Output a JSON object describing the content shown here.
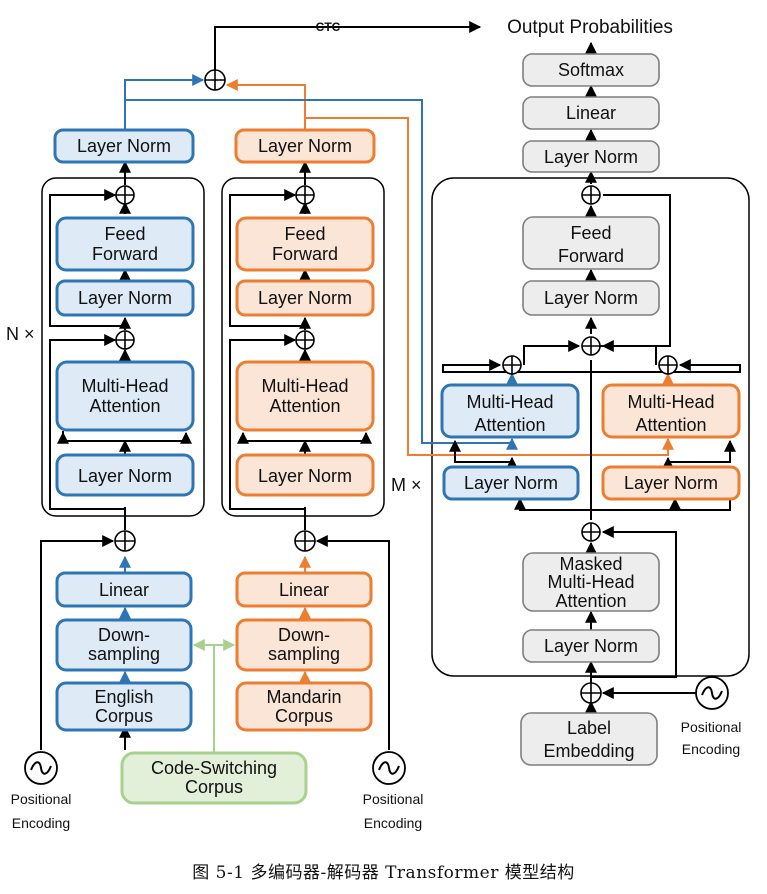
{
  "encoder_english": {
    "layer_norm_top": "Layer Norm",
    "feed_forward": [
      "Feed",
      "Forward"
    ],
    "layer_norm_ff": "Layer Norm",
    "mha": [
      "Multi-Head",
      "Attention"
    ],
    "layer_norm_mha": "Layer Norm",
    "linear": "Linear",
    "downsampling": [
      "Down-",
      "sampling"
    ],
    "corpus": [
      "English",
      "Corpus"
    ],
    "repeat_label": "N ×"
  },
  "encoder_mandarin": {
    "layer_norm_top": "Layer Norm",
    "feed_forward": [
      "Feed",
      "Forward"
    ],
    "layer_norm_ff": "Layer Norm",
    "mha": [
      "Multi-Head",
      "Attention"
    ],
    "layer_norm_mha": "Layer Norm",
    "linear": "Linear",
    "downsampling": [
      "Down-",
      "sampling"
    ],
    "corpus": [
      "Mandarin",
      "Corpus"
    ]
  },
  "code_switching_corpus": [
    "Code-Switching",
    "Corpus"
  ],
  "positional_encoding": [
    "Positional",
    "Encoding"
  ],
  "ctc_label": "CTC",
  "decoder": {
    "output_probabilities": "Output Probabilities",
    "softmax": "Softmax",
    "linear": "Linear",
    "layer_norm_top": "Layer Norm",
    "feed_forward": [
      "Feed",
      "Forward"
    ],
    "layer_norm_ff": "Layer Norm",
    "mha_left": [
      "Multi-Head",
      "Attention"
    ],
    "mha_right": [
      "Multi-Head",
      "Attention"
    ],
    "layer_norm_left": "Layer Norm",
    "layer_norm_right": "Layer Norm",
    "masked_mha": [
      "Masked",
      "Multi-Head",
      "Attention"
    ],
    "layer_norm_bottom": "Layer Norm",
    "label_embedding": [
      "Label",
      "Embedding"
    ],
    "repeat_label": "M ×"
  },
  "caption": "图 5-1 多编码器-解码器 Transformer 模型结构",
  "colors": {
    "blue_stroke": "#2e75b6",
    "blue_fill": "#deebf7",
    "orange_stroke": "#ed7d31",
    "orange_fill": "#fbe5d6",
    "gray_stroke": "#7f7f7f",
    "gray_fill": "#ededed",
    "green_stroke": "#a9d18e",
    "green_fill": "#e2f0d9"
  }
}
